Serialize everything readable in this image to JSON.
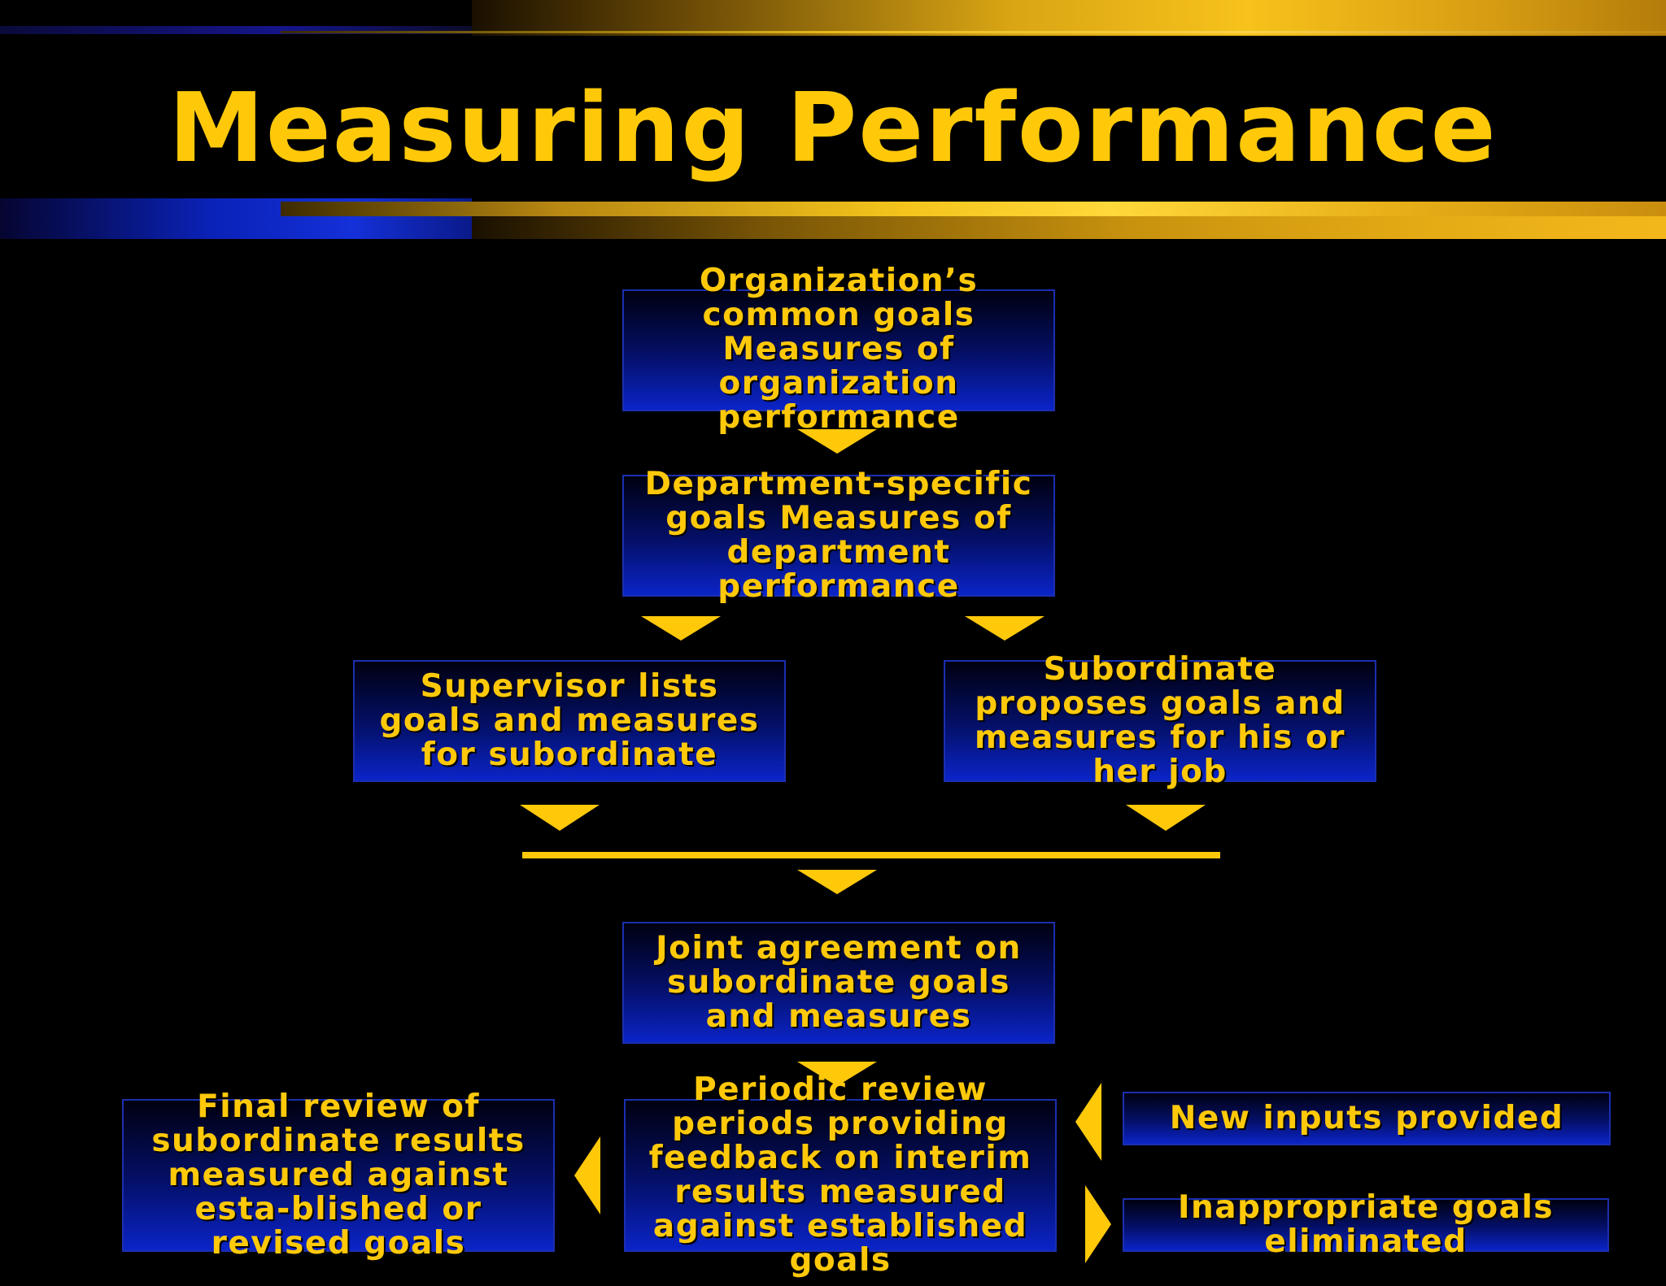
{
  "title": "Measuring Performance",
  "colors": {
    "accent": "#ffc90a",
    "box_blue": "#0b24c8",
    "background": "#000000"
  },
  "boxes": {
    "org_goals": "Organization’s common goals Measures of organization performance",
    "dept_goals": "Department-specific goals Measures of department performance",
    "supervisor": "Supervisor lists goals and measures for subordinate",
    "subordinate": "Subordinate proposes goals and measures for his or her job",
    "joint": "Joint agreement on subordinate goals and measures",
    "periodic": "Periodic review periods providing feedback on interim results measured against established goals",
    "final": "Final review of subordinate results measured against esta-blished or revised goals",
    "new_inputs": "New inputs provided",
    "inappropriate": "Inappropriate goals eliminated"
  }
}
